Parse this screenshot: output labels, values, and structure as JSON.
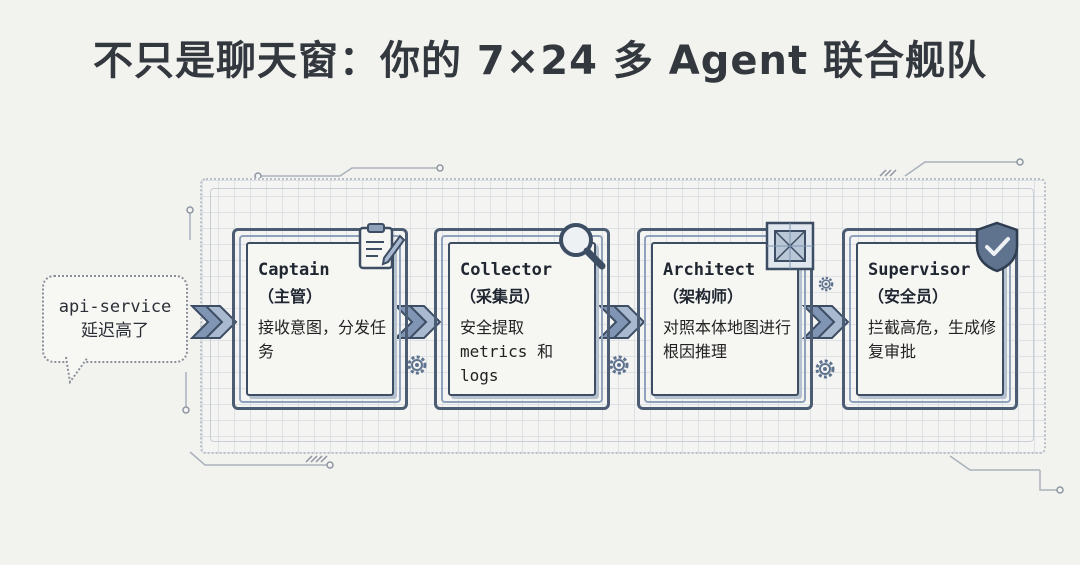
{
  "title": "不只是聊天窗：你的 7×24 多 Agent 联合舰队",
  "input": {
    "line1": "api-service",
    "line2": "延迟高了"
  },
  "agents": [
    {
      "name": "Captain",
      "role": "（主管）",
      "desc": "接收意图，分发任务",
      "icon": "clipboard-icon"
    },
    {
      "name": "Collector",
      "role": "（采集员）",
      "desc": "安全提取 metrics 和 logs",
      "icon": "magnifier-icon"
    },
    {
      "name": "Architect",
      "role": "（架构师）",
      "desc": "对照本体地图进行根因推理",
      "icon": "blueprint-icon"
    },
    {
      "name": "Supervisor",
      "role": "（安全员）",
      "desc": "拦截高危，生成修复审批",
      "icon": "shield-check-icon"
    }
  ],
  "colors": {
    "ink": "#3d4d63",
    "accent": "#7f95b3",
    "background": "#f2f2ee"
  }
}
